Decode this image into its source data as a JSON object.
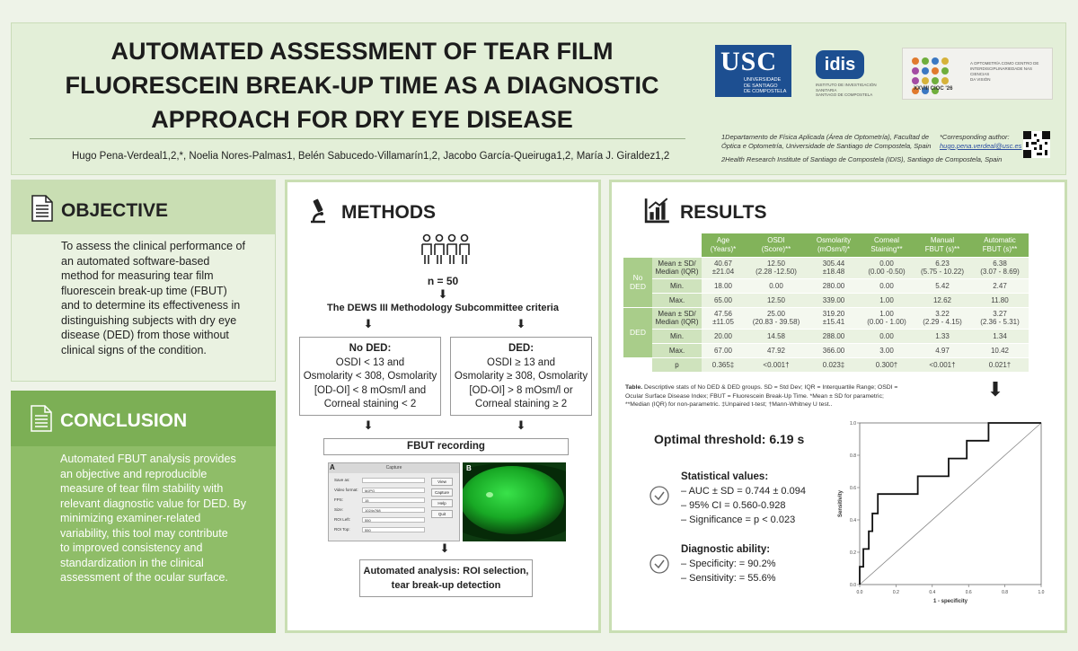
{
  "header": {
    "title_lines": [
      "AUTOMATED ASSESSMENT OF TEAR FILM",
      "FLUORESCEIN BREAK-UP TIME AS A DIAGNOSTIC",
      "APPROACH FOR DRY EYE DISEASE"
    ],
    "authors": "Hugo Pena-Verdeal1,2,*, Noelia Nores-Palmas1, Belén Sabucedo-Villamarín1,2, Jacobo García-Queiruga1,2, María J. Giraldez1,2",
    "affiliation1_lines": [
      "1Departamento de Física Aplicada (Área de Optometría), Facultad de",
      "Óptica e Optometría, Universidade de Santiago de Compostela, Spain"
    ],
    "affiliation2": "2Health Research Institute of Santiago de Compostela (IDIS), Santiago de Compostela, Spain",
    "corresponding_label": "*Corresponding author:",
    "corresponding_email": "hugo.pena.verdeal@usc.es",
    "logo_usc": "USC",
    "logo_usc_sub_lines": [
      "UNIVERSIDADE",
      "DE SANTIAGO",
      "DE COMPOSTELA"
    ],
    "logo_idis": "idis",
    "logo_idis_sub_lines": [
      "INSTITUTO DE INVESTIGACIÓN SANITARIA",
      "SANTIAGO DE COMPOSTELA"
    ],
    "conference_name": "XXVIII CIOC '26",
    "conference_text_lines": [
      "A OPTOMETRÍA COMO CENTRO DE",
      "INTERDISCIPLINARIEDADE NAS CIENCIAS",
      "DA VISIÓN"
    ]
  },
  "objective": {
    "title": "OBJECTIVE",
    "text_lines": [
      "To assess the clinical performance of",
      "an automated software-based",
      "method for measuring tear film",
      "fluorescein break-up time (FBUT)",
      "and to determine its effectiveness in",
      "distinguishing subjects with dry eye",
      "disease (DED) from those without",
      "clinical signs of the condition."
    ]
  },
  "conclusion": {
    "title": "CONCLUSION",
    "text_lines": [
      "Automated FBUT analysis provides",
      "an objective and reproducible",
      "measure of tear film stability with",
      "relevant diagnostic value for DED. By",
      "minimizing examiner-related",
      "variability, this tool may contribute",
      "to improved consistency and",
      "standardization in the clinical",
      "assessment of the ocular surface."
    ]
  },
  "methods": {
    "title": "METHODS",
    "n": "n = 50",
    "criteria": "The DEWS III Methodology Subcommittee criteria",
    "no_ded": {
      "title": "No DED:",
      "lines": [
        "OSDI < 13 and",
        "Osmolarity < 308, Osmolarity",
        "[OD-OI] < 8 mOsm/l and",
        "Corneal staining < 2"
      ]
    },
    "ded": {
      "title": "DED:",
      "lines": [
        "OSDI ≥ 13 and",
        "Osmolarity ≥ 308, Osmolarity",
        "[OD-OI] > 8 mOsm/l or",
        "Corneal staining ≥ 2"
      ]
    },
    "fbut_recording": "FBUT recording",
    "capture_window": {
      "label": "A",
      "title": "Capture",
      "fields": [
        {
          "name": "Save as:",
          "value": ""
        },
        {
          "name": "Video format:",
          "value": "MJPG"
        },
        {
          "name": "FPS:",
          "value": "15"
        },
        {
          "name": "Size:",
          "value": "1024x768"
        },
        {
          "name": "ROI Left:",
          "value": "550"
        },
        {
          "name": "ROI Top:",
          "value": "550"
        }
      ],
      "buttons": [
        "View",
        "Capture",
        "Help",
        "Quit"
      ]
    },
    "image_b_label": "B",
    "automated_lines": [
      "Automated analysis: ROI selection,",
      "tear break-up detection"
    ]
  },
  "results": {
    "title": "RESULTS",
    "table": {
      "headers": [
        [
          "Age",
          "(Years)*"
        ],
        [
          "OSDI",
          "(Score)**"
        ],
        [
          "Osmolarity",
          "(mOsm/l)*"
        ],
        [
          "Corneal",
          "Staining**"
        ],
        [
          "Manual",
          "FBUT (s)**"
        ],
        [
          "Automatic",
          "FBUT (s)**"
        ]
      ],
      "groups": [
        {
          "name_lines": [
            "No",
            "DED"
          ],
          "rows": [
            {
              "label_lines": [
                "Mean ± SD/",
                "Median (IQR)"
              ],
              "cells": [
                [
                  "40.67",
                  "±21.04"
                ],
                [
                  "12.50",
                  "(2.28 -12.50)"
                ],
                [
                  "305.44",
                  "±18.48"
                ],
                [
                  "0.00",
                  "(0.00 -0.50)"
                ],
                [
                  "6.23",
                  "(5.75 - 10.22)"
                ],
                [
                  "6.38",
                  "(3.07 - 8.69)"
                ]
              ]
            },
            {
              "label_lines": [
                "Min."
              ],
              "cells": [
                [
                  "18.00"
                ],
                [
                  "0.00"
                ],
                [
                  "280.00"
                ],
                [
                  "0.00"
                ],
                [
                  "5.42"
                ],
                [
                  "2.47"
                ]
              ]
            },
            {
              "label_lines": [
                "Max."
              ],
              "cells": [
                [
                  "65.00"
                ],
                [
                  "12.50"
                ],
                [
                  "339.00"
                ],
                [
                  "1.00"
                ],
                [
                  "12.62"
                ],
                [
                  "11.80"
                ]
              ]
            }
          ]
        },
        {
          "name_lines": [
            "DED"
          ],
          "rows": [
            {
              "label_lines": [
                "Mean ± SD/",
                "Median (IQR)"
              ],
              "cells": [
                [
                  "47.56",
                  "±11.05"
                ],
                [
                  "25.00",
                  "(20.83 - 39.58)"
                ],
                [
                  "319.20",
                  "±15.41"
                ],
                [
                  "1.00",
                  "(0.00 - 1.00)"
                ],
                [
                  "3.22",
                  "(2.29 - 4.15)"
                ],
                [
                  "3.27",
                  "(2.36 - 5.31)"
                ]
              ]
            },
            {
              "label_lines": [
                "Min."
              ],
              "cells": [
                [
                  "20.00"
                ],
                [
                  "14.58"
                ],
                [
                  "288.00"
                ],
                [
                  "0.00"
                ],
                [
                  "1.33"
                ],
                [
                  "1.34"
                ]
              ]
            },
            {
              "label_lines": [
                "Max."
              ],
              "cells": [
                [
                  "67.00"
                ],
                [
                  "47.92"
                ],
                [
                  "366.00"
                ],
                [
                  "3.00"
                ],
                [
                  "4.97"
                ],
                [
                  "10.42"
                ]
              ]
            }
          ]
        }
      ],
      "p_label": "p",
      "p_values": [
        "0.365‡",
        "<0.001†",
        "0.023‡",
        "0.300†",
        "<0.001†",
        "0.021†"
      ]
    },
    "table_note_bold": "Table.",
    "table_note_lines": [
      " Descriptive stats of No DED & DED groups. SD = Std Dev; IQR = Interquartile Range; OSDI =",
      "Ocular Surface Disease Index; FBUT = Fluorescein Break-Up Time. *Mean ± SD for parametric;",
      "**Median (IQR) for non-parametric. ‡Unpaired t-test; †Mann-Whitney U test.."
    ],
    "optimal_threshold": "Optimal threshold: 6.19 s",
    "stat_values_title": "Statistical values:",
    "stat_values": [
      "–  AUC ± SD = 0.744 ± 0.094",
      "–  95% CI = 0.560-0.928",
      "–  Significance = p < 0.023"
    ],
    "diag_title": "Diagnostic ability:",
    "diag_values": [
      "–  Specificity: = 90.2%",
      "–  Sensitivity: = 55.6%"
    ]
  },
  "chart_data": {
    "type": "line",
    "title": "",
    "xlabel": "1 - specificity",
    "ylabel": "Sensitivity",
    "xlim": [
      0,
      1
    ],
    "ylim": [
      0,
      1
    ],
    "x_ticks": [
      "0.0",
      "0.2",
      "0.4",
      "0.6",
      "0.8",
      "1.0"
    ],
    "y_ticks": [
      "0.0",
      "0.2",
      "0.4",
      "0.6",
      "0.8",
      "1.0"
    ],
    "reference_line": true,
    "series": [
      {
        "x": [
          0,
          0,
          0.02,
          0.02,
          0.05,
          0.05,
          0.07,
          0.07,
          0.1,
          0.1,
          0.17,
          0.17,
          0.22,
          0.22,
          0.32,
          0.32,
          0.42,
          0.42,
          0.49,
          0.49,
          0.59,
          0.59,
          0.66,
          0.66,
          0.71,
          0.71,
          1.0
        ],
        "y": [
          0,
          0.11,
          0.11,
          0.22,
          0.22,
          0.33,
          0.33,
          0.44,
          0.44,
          0.56,
          0.56,
          0.56,
          0.56,
          0.56,
          0.56,
          0.67,
          0.67,
          0.67,
          0.67,
          0.78,
          0.78,
          0.89,
          0.89,
          0.89,
          0.89,
          1.0,
          1.0
        ]
      }
    ]
  },
  "colors": {
    "header_bg": "#e3efd8",
    "objective_bg": "#eaf2e1",
    "conclusion_bg": "#8fbd68",
    "table_header": "#82b35a",
    "accent_blue": "#1d4f91"
  }
}
